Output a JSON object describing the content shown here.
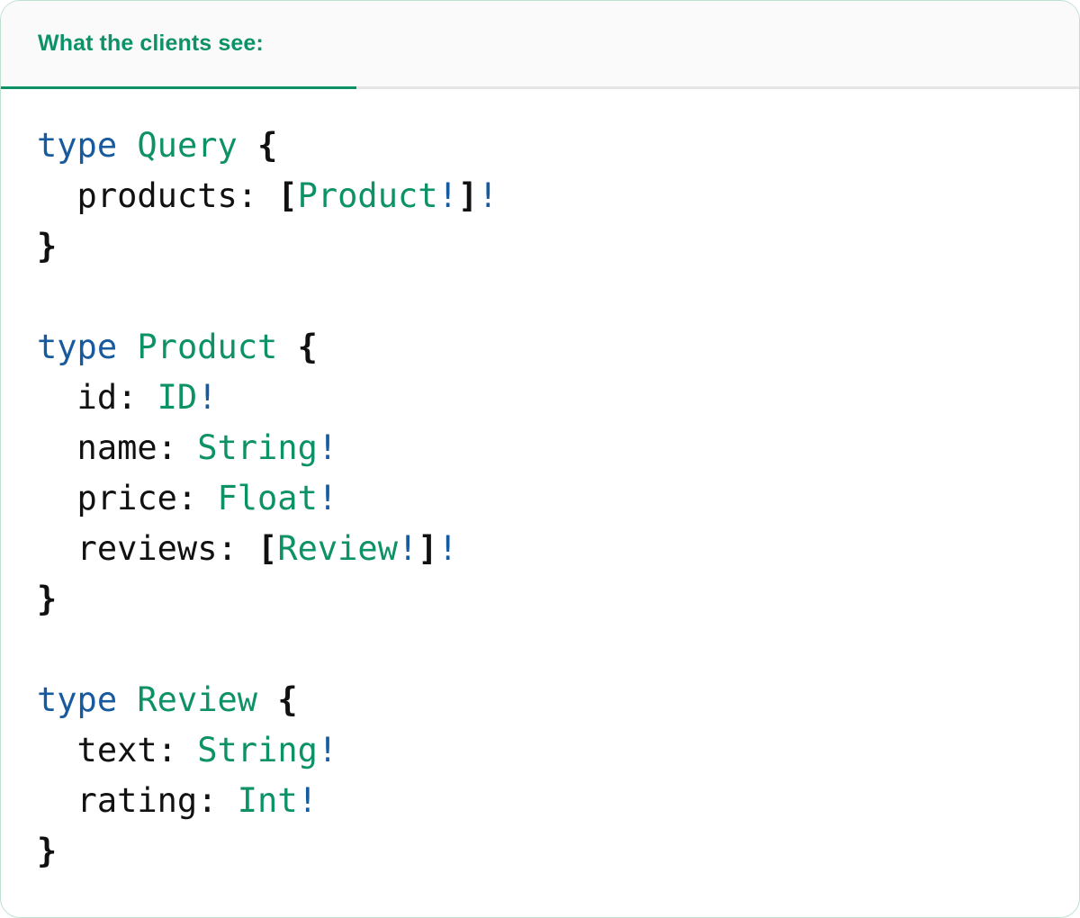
{
  "panel": {
    "border_color": "#bfdfcf",
    "background": "#ffffff"
  },
  "tabs": {
    "active_index": 0,
    "accent_color": "#0d9268",
    "items": [
      {
        "label": "What the clients see:"
      }
    ]
  },
  "code": {
    "language": "graphql",
    "colors": {
      "keyword": "#175a9e",
      "type": "#0d9268",
      "punctuation": "#111111",
      "field": "#111111",
      "bang": "#175a9e"
    },
    "lines": [
      {
        "id": "line-1",
        "tokens": [
          {
            "t": "kw",
            "v": "type"
          },
          {
            "t": "plain",
            "v": " "
          },
          {
            "t": "type",
            "v": "Query"
          },
          {
            "t": "plain",
            "v": " "
          },
          {
            "t": "punct",
            "v": "{"
          }
        ]
      },
      {
        "id": "line-2",
        "tokens": [
          {
            "t": "field",
            "v": "  products: "
          },
          {
            "t": "punct",
            "v": "["
          },
          {
            "t": "type",
            "v": "Product"
          },
          {
            "t": "bang",
            "v": "!"
          },
          {
            "t": "punct",
            "v": "]"
          },
          {
            "t": "bang",
            "v": "!"
          }
        ]
      },
      {
        "id": "line-3",
        "tokens": [
          {
            "t": "punct",
            "v": "}"
          }
        ]
      },
      {
        "id": "line-4",
        "tokens": []
      },
      {
        "id": "line-5",
        "tokens": [
          {
            "t": "kw",
            "v": "type"
          },
          {
            "t": "plain",
            "v": " "
          },
          {
            "t": "type",
            "v": "Product"
          },
          {
            "t": "plain",
            "v": " "
          },
          {
            "t": "punct",
            "v": "{"
          }
        ]
      },
      {
        "id": "line-6",
        "tokens": [
          {
            "t": "field",
            "v": "  id: "
          },
          {
            "t": "type",
            "v": "ID"
          },
          {
            "t": "bang",
            "v": "!"
          }
        ]
      },
      {
        "id": "line-7",
        "tokens": [
          {
            "t": "field",
            "v": "  name: "
          },
          {
            "t": "type",
            "v": "String"
          },
          {
            "t": "bang",
            "v": "!"
          }
        ]
      },
      {
        "id": "line-8",
        "tokens": [
          {
            "t": "field",
            "v": "  price: "
          },
          {
            "t": "type",
            "v": "Float"
          },
          {
            "t": "bang",
            "v": "!"
          }
        ]
      },
      {
        "id": "line-9",
        "tokens": [
          {
            "t": "field",
            "v": "  reviews: "
          },
          {
            "t": "punct",
            "v": "["
          },
          {
            "t": "type",
            "v": "Review"
          },
          {
            "t": "bang",
            "v": "!"
          },
          {
            "t": "punct",
            "v": "]"
          },
          {
            "t": "bang",
            "v": "!"
          }
        ]
      },
      {
        "id": "line-10",
        "tokens": [
          {
            "t": "punct",
            "v": "}"
          }
        ]
      },
      {
        "id": "line-11",
        "tokens": []
      },
      {
        "id": "line-12",
        "tokens": [
          {
            "t": "kw",
            "v": "type"
          },
          {
            "t": "plain",
            "v": " "
          },
          {
            "t": "type",
            "v": "Review"
          },
          {
            "t": "plain",
            "v": " "
          },
          {
            "t": "punct",
            "v": "{"
          }
        ]
      },
      {
        "id": "line-13",
        "tokens": [
          {
            "t": "field",
            "v": "  text: "
          },
          {
            "t": "type",
            "v": "String"
          },
          {
            "t": "bang",
            "v": "!"
          }
        ]
      },
      {
        "id": "line-14",
        "tokens": [
          {
            "t": "field",
            "v": "  rating: "
          },
          {
            "t": "type",
            "v": "Int"
          },
          {
            "t": "bang",
            "v": "!"
          }
        ]
      },
      {
        "id": "line-15",
        "tokens": [
          {
            "t": "punct",
            "v": "}"
          }
        ]
      }
    ]
  }
}
